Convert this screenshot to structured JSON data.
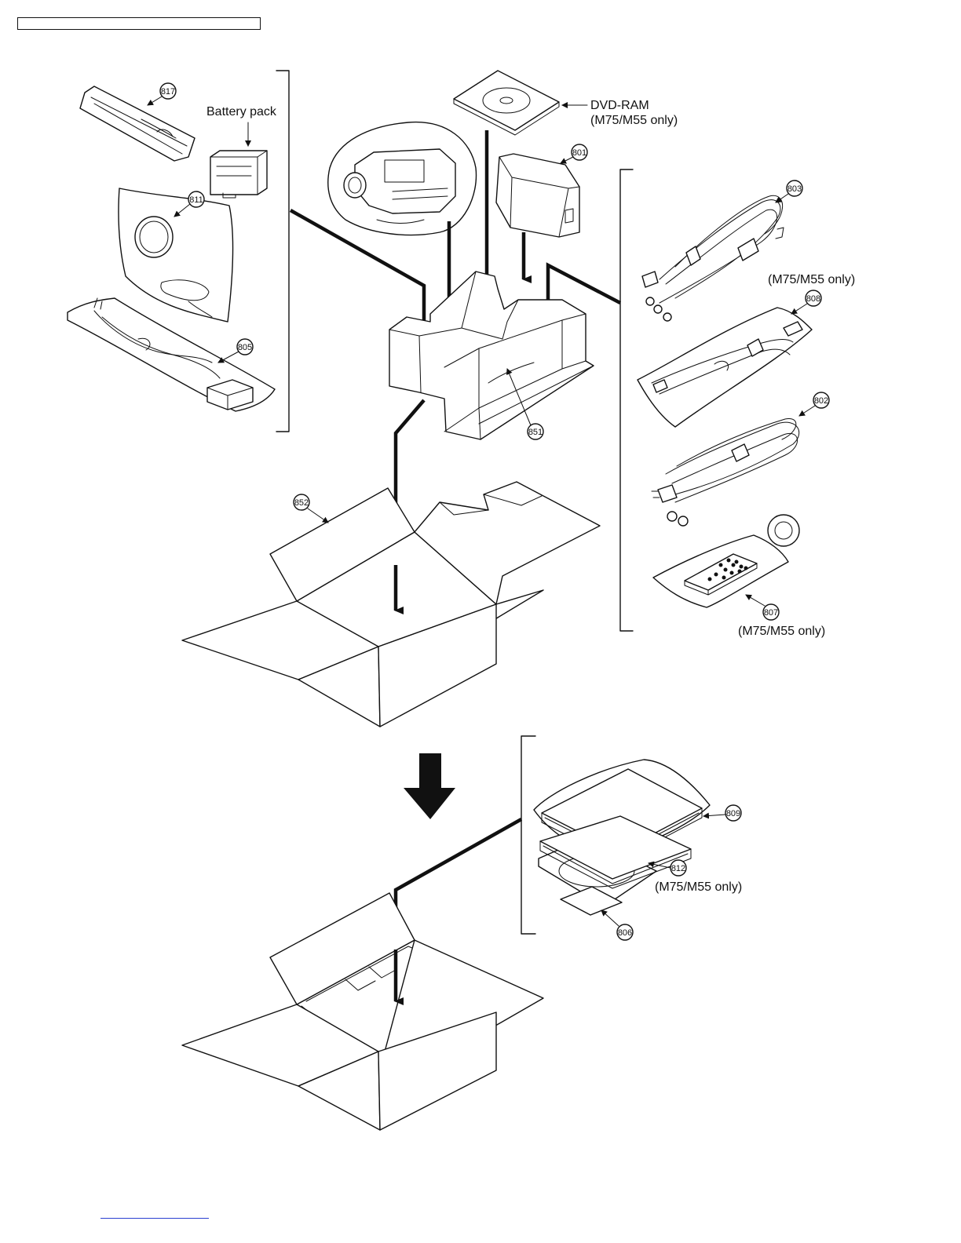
{
  "labels": {
    "battery_pack": "Battery pack",
    "dvd_ram": "DVD-RAM",
    "m75_m55_only": "(M75/M55 only)"
  },
  "parts": {
    "p817": "817",
    "p811": "811",
    "p805": "805",
    "p801": "801",
    "p803": "803",
    "p808": "808",
    "p802": "802",
    "p807": "807",
    "p851": "851",
    "p852": "852",
    "p809": "809",
    "p812": "812",
    "p806": "806"
  },
  "colors": {
    "line": "#111111",
    "footer_link": "#2a3fd0"
  }
}
